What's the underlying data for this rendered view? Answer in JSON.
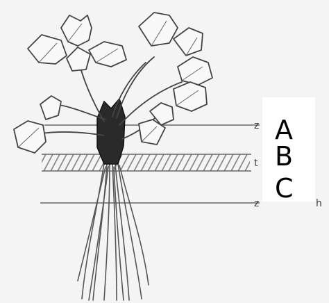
{
  "labels": [
    "A",
    "B",
    "C"
  ],
  "partial_text": {
    "top_left": "z",
    "mid_left": "t",
    "bottom_left": "z",
    "bottom_right": "h"
  }
}
